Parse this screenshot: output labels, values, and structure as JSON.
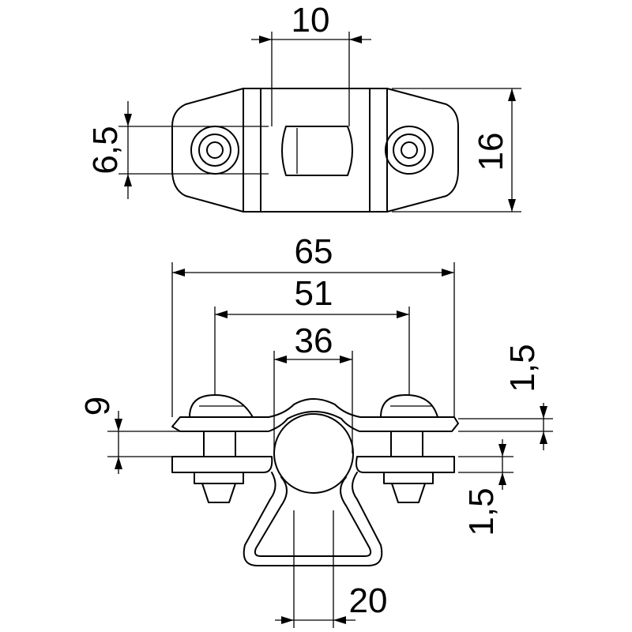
{
  "dimensions": {
    "top_width": "10",
    "top_hole": "6,5",
    "top_height": "16",
    "overall_width": "65",
    "hole_spacing": "51",
    "clamp_diameter": "36",
    "strap_thickness_top": "1,5",
    "base_offset": "9",
    "strap_thickness_base": "1,5",
    "loop_width": "20"
  }
}
